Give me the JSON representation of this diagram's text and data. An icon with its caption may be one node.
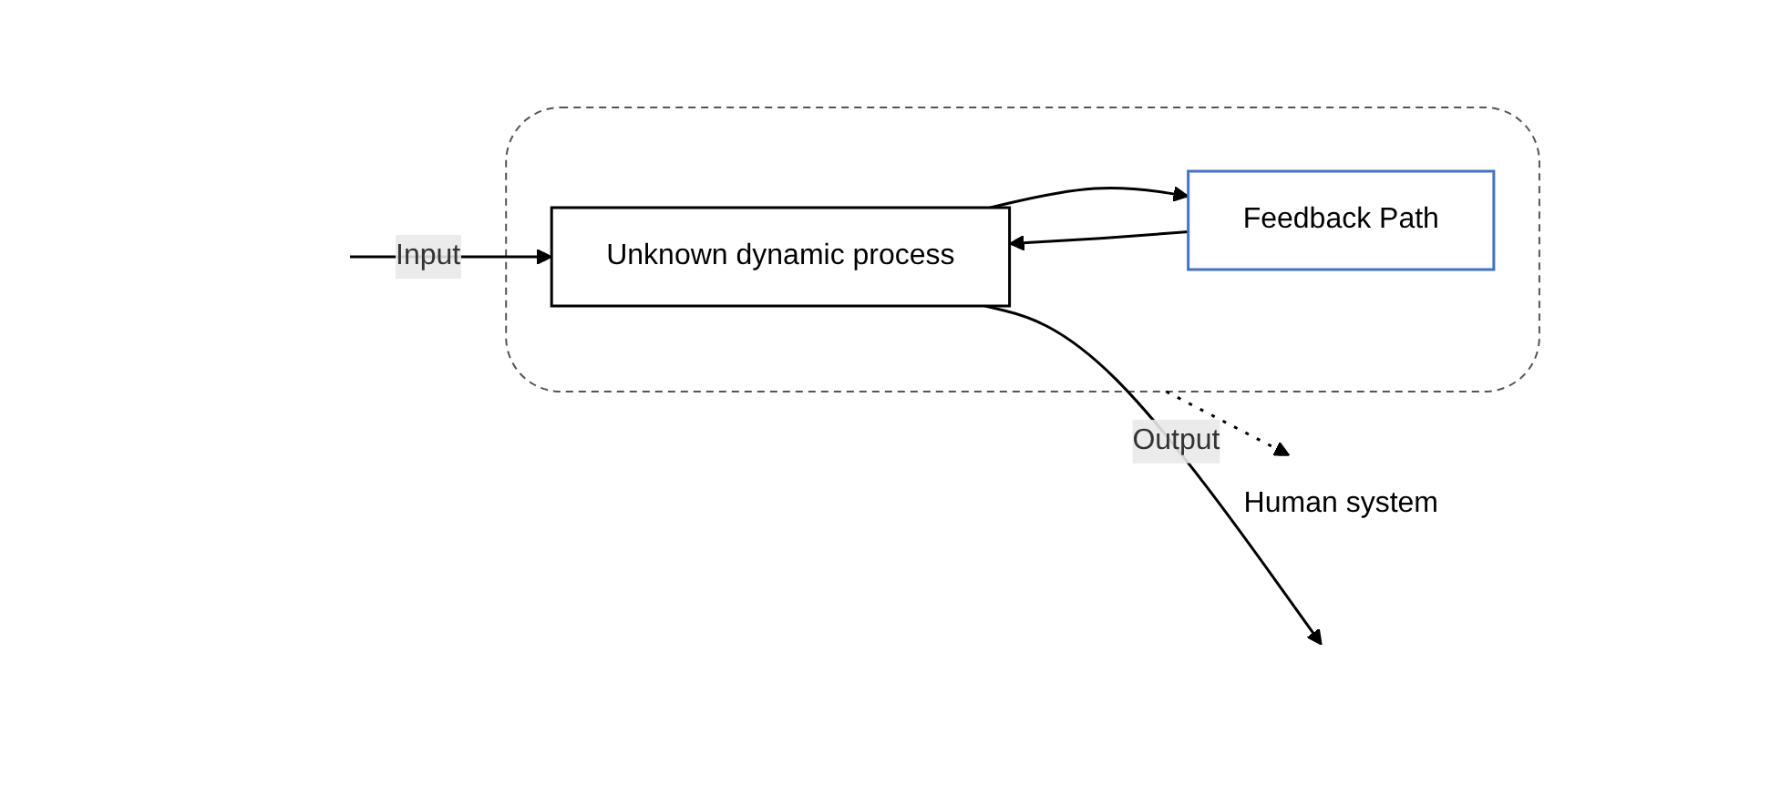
{
  "diagram": {
    "nodes": [
      {
        "text": [],
        "shape": "box"
      },
      {
        "text": [
          "Unknown dynamic process"
        ],
        "in": 0
      },
      {
        "text": [
          "Feedback Path"
        ],
        "in": 0
      },
      {
        "text": [
          "Human system"
        ]
      }
    ],
    "edges": [
      {
        "from": null,
        "to": 1,
        "arrow": "to",
        "label": "Input"
      },
      {
        "from": 1,
        "to": null,
        "arrow": "to",
        "label": "Output"
      },
      {
        "from": 1,
        "to": 2,
        "arrow": "to"
      },
      {
        "from": 2,
        "to": 1,
        "arrow": "to"
      },
      {
        "from": 0,
        "to": 3,
        "arrow": "to",
        "style": "dashed"
      }
    ]
  }
}
